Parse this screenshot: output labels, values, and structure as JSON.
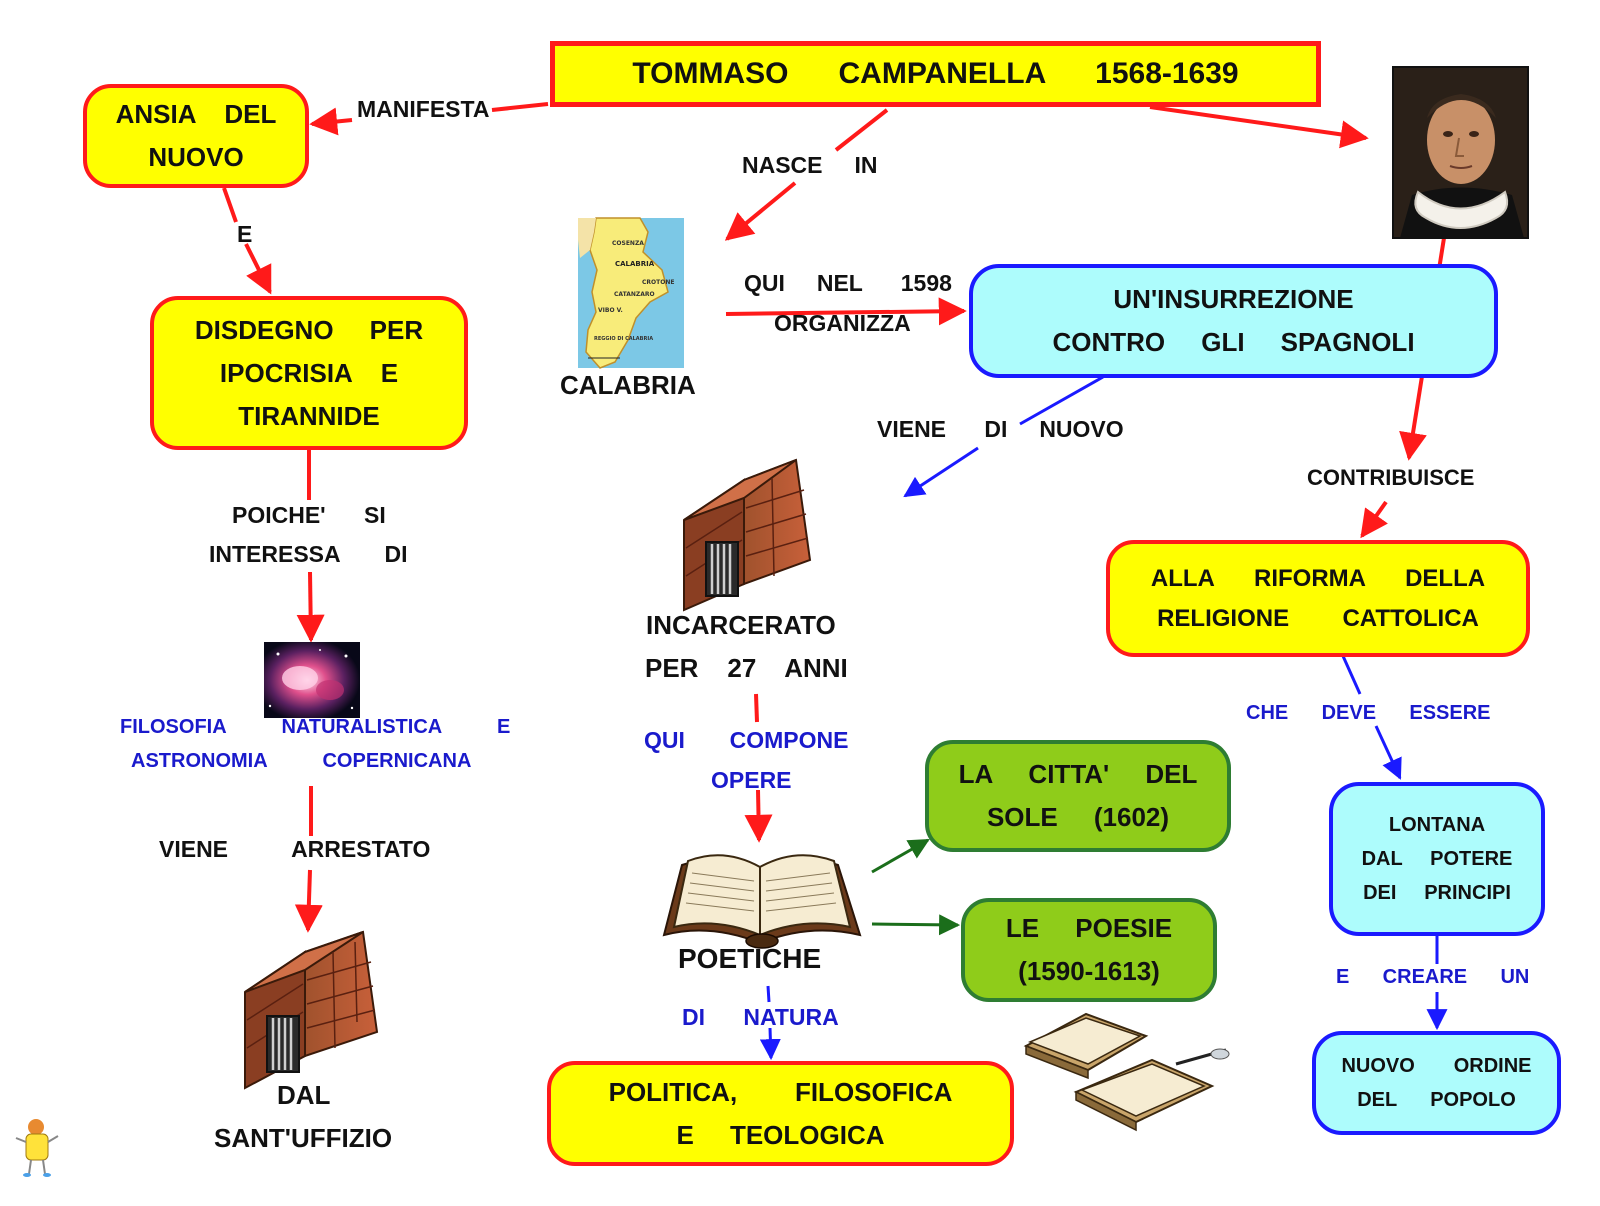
{
  "nodes": {
    "title": [
      "TOMMASO      CAMPANELLA      1568-1639"
    ],
    "ansia": [
      "ANSIA    DEL",
      "NUOVO"
    ],
    "disdegno": [
      "DISDEGNO     PER",
      "IPOCRISIA    E",
      "TIRANNIDE"
    ],
    "insurrezione": [
      "UN'INSURREZIONE",
      "CONTRO     GLI     SPAGNOLI"
    ],
    "riforma": [
      "ALLA      RIFORMA      DELLA",
      "RELIGIONE        CATTOLICA"
    ],
    "lontana": [
      "LONTANA",
      "DAL     POTERE",
      "DEI     PRINCIPI"
    ],
    "nuovo_ordine": [
      "NUOVO       ORDINE",
      "DEL      POPOLO"
    ],
    "citta_sole": [
      "LA     CITTA'     DEL",
      "SOLE     (1602)"
    ],
    "poesie": [
      "LE     POESIE",
      "(1590-1613)"
    ],
    "politica": [
      "POLITICA,        FILOSOFICA",
      "E     TEOLOGICA"
    ]
  },
  "labels": {
    "manifesta": "MANIFESTA",
    "e": "E",
    "nasce_in": "NASCE     IN",
    "qui_nel": "QUI     NEL      1598",
    "organizza": "ORGANIZZA",
    "calabria": "CALABRIA",
    "poiche": "POICHE'      SI",
    "interessa": "INTERESSA       DI",
    "filosofia_1": "FILOSOFIA          NATURALISTICA          E",
    "filosofia_2": "ASTRONOMIA          COPERNICANA",
    "viene_arrestato": "VIENE          ARRESTATO",
    "dal": "DAL",
    "santuffizio": "SANT'UFFIZIO",
    "viene_di_nuovo": "VIENE      DI     NUOVO",
    "incarcerato": "INCARCERATO",
    "per_27": "PER    27    ANNI",
    "qui_compone": "QUI       COMPONE",
    "opere": "OPERE",
    "poetiche": "POETICHE",
    "di_natura": "DI      NATURA",
    "contribuisce": "CONTRIBUISCE",
    "che_deve": "CHE      DEVE      ESSERE",
    "e_creare": "E      CREARE      UN"
  },
  "map_labels": [
    "COSENZA",
    "CALABRIA",
    "CROTONE",
    "CATANZARO",
    "VIBO V.",
    "REGGIO DI CALABRIA"
  ],
  "colors": {
    "yellow": "#ffff00",
    "red": "#ff1a1a",
    "cyan": "#adfcfc",
    "blue": "#1a1aff",
    "green": "#8fcc1a",
    "dark_green": "#2e7d32",
    "label_blue": "#1a1acc"
  },
  "icons": [
    "portrait-image",
    "calabria-map-image",
    "prison-icon",
    "nebula-image",
    "open-book-icon",
    "books-icon",
    "mascot-icon"
  ]
}
